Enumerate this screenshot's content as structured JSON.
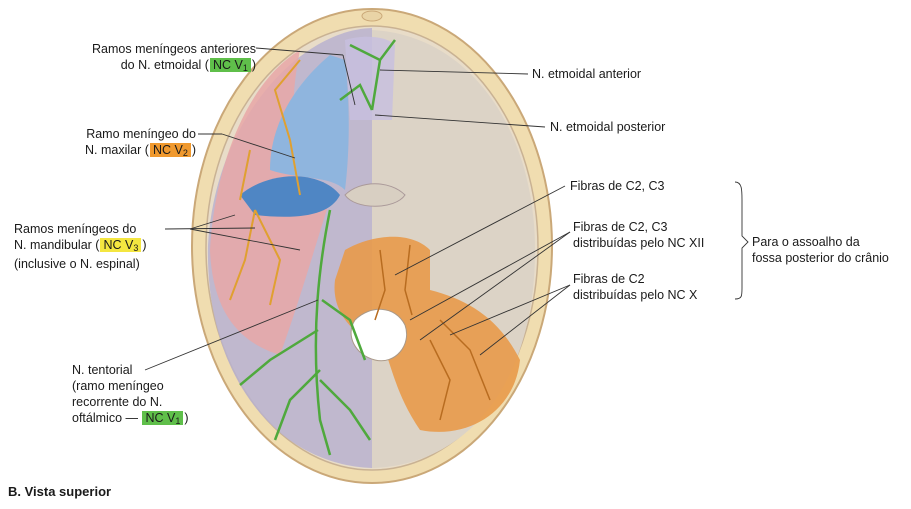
{
  "figure": {
    "caption": "B. Vista superior",
    "labels": {
      "anterior_branches": {
        "line1": "Ramos meníngeos anteriores",
        "line2_pre": "do N. etmoidal (",
        "tag": "NC V",
        "sub": "1",
        "post": ")"
      },
      "maxillary_branch": {
        "line1": "Ramo meníngeo do",
        "line2_pre": "N. maxilar (",
        "tag": "NC V",
        "sub": "2",
        "post": ")"
      },
      "mandibular_branches": {
        "line1": "Ramos meníngeos do",
        "line2_pre": "N. mandibular (",
        "tag": "NC V",
        "sub": "3",
        "post": ")",
        "line3": "(inclusive o N. espinal)"
      },
      "tentorial": {
        "line1": "N. tentorial",
        "line2": "(ramo meníngeo",
        "line3": "recorrente do N.",
        "line4_pre": "oftálmico — ",
        "tag": "NC V",
        "sub": "1",
        "post": ")"
      },
      "anterior_ethmoidal": "N. etmoidal anterior",
      "posterior_ethmoidal": "N. etmoidal posterior",
      "fibers_c2c3": "Fibras de C2, C3",
      "fibers_xii": {
        "line1": "Fibras de C2, C3",
        "line2": "distribuídas pelo NC XII"
      },
      "fibers_x": {
        "line1": "Fibras de C2",
        "line2": "distribuídas pelo NC X"
      },
      "posterior_fossa": {
        "line1": "Para o assoalho da",
        "line2": "fossa posterior do crânio"
      }
    },
    "colors": {
      "nc_v1": "#5fbf4a",
      "nc_v2": "#f0992e",
      "nc_v3": "#f4e640",
      "c2c3": "#e88a2e"
    }
  }
}
